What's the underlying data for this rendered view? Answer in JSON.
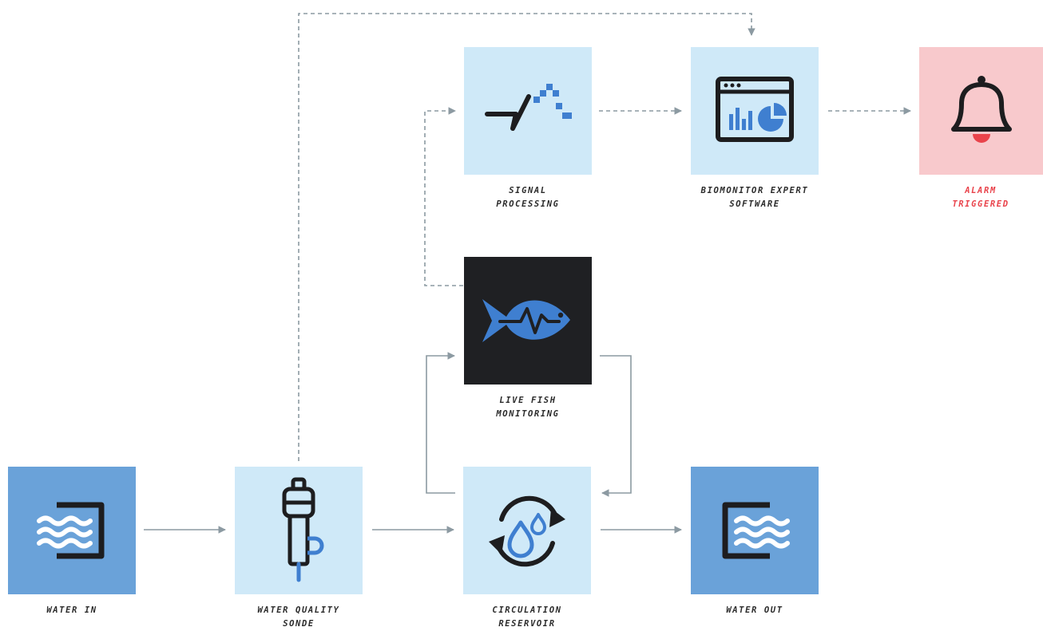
{
  "nodes": {
    "water_in": {
      "label": [
        "WATER IN"
      ],
      "icon": "water-inlet-icon"
    },
    "sonde": {
      "label": [
        "WATER QUALITY",
        "SONDE"
      ],
      "icon": "sonde-probe-icon"
    },
    "reservoir": {
      "label": [
        "CIRCULATION",
        "RESERVOIR"
      ],
      "icon": "recycle-droplets-icon"
    },
    "water_out": {
      "label": [
        "WATER OUT"
      ],
      "icon": "water-outlet-icon"
    },
    "fish": {
      "label": [
        "LIVE FISH",
        "MONITORING"
      ],
      "icon": "fish-heartbeat-icon"
    },
    "signal": {
      "label": [
        "SIGNAL",
        "PROCESSING"
      ],
      "icon": "signal-waveform-icon"
    },
    "software": {
      "label": [
        "BIOMONITOR EXPERT",
        "SOFTWARE"
      ],
      "icon": "dashboard-window-icon"
    },
    "alarm": {
      "label": [
        "ALARM",
        "TRIGGERED"
      ],
      "icon": "bell-icon"
    }
  },
  "colors": {
    "tile_light": "#cfe9f8",
    "tile_mid": "#6aa2d9",
    "tile_dark": "#1f2023",
    "tile_alarm": "#f8c9cc",
    "accent_blue": "#3f7fd0",
    "icon_dark": "#1d1d1f",
    "connector": "#8c9aa2",
    "alarm_text": "#e9434b",
    "label_text": "#2b2b2b"
  },
  "connections": [
    {
      "from": "water_in",
      "to": "sonde",
      "style": "solid"
    },
    {
      "from": "sonde",
      "to": "reservoir",
      "style": "solid"
    },
    {
      "from": "reservoir",
      "to": "water_out",
      "style": "solid"
    },
    {
      "from": "reservoir",
      "to": "fish",
      "style": "solid"
    },
    {
      "from": "fish",
      "to": "reservoir",
      "style": "solid"
    },
    {
      "from": "fish",
      "to": "signal",
      "style": "dashed"
    },
    {
      "from": "signal",
      "to": "software",
      "style": "dashed"
    },
    {
      "from": "software",
      "to": "alarm",
      "style": "dashed"
    },
    {
      "from": "sonde",
      "to": "software",
      "style": "dashed"
    }
  ]
}
